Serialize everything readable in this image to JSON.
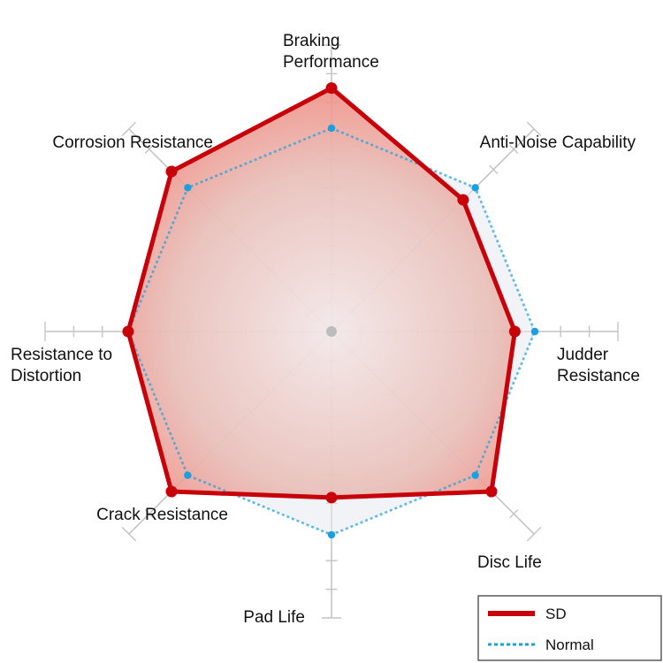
{
  "chart_data": {
    "type": "radar",
    "axes": [
      {
        "label": [
          "Braking",
          "Performance"
        ]
      },
      {
        "label": [
          "Anti-Noise Capability"
        ]
      },
      {
        "label": [
          "Judder",
          "Resistance"
        ]
      },
      {
        "label": [
          "Disc Life"
        ]
      },
      {
        "label": [
          "Pad Life"
        ]
      },
      {
        "label": [
          "Crack Resistance"
        ]
      },
      {
        "label": [
          "Resistance to",
          "Distortion"
        ]
      },
      {
        "label": [
          "Corrosion Resistance"
        ]
      }
    ],
    "scale_max": 10,
    "ticks_per_axis": 10,
    "series": [
      {
        "name": "SD",
        "color": "#c8000a",
        "style": "solid",
        "values": [
          8.5,
          6.5,
          6.4,
          7.9,
          5.8,
          7.9,
          7.1,
          7.9
        ]
      },
      {
        "name": "Normal",
        "color": "#1aa0e0",
        "style": "dotted",
        "values": [
          7.1,
          7.1,
          7.1,
          7.1,
          7.1,
          7.1,
          7.1,
          7.1
        ]
      }
    ],
    "legend": {
      "placement": "bottom-right",
      "entries": [
        "SD",
        "Normal"
      ]
    }
  }
}
